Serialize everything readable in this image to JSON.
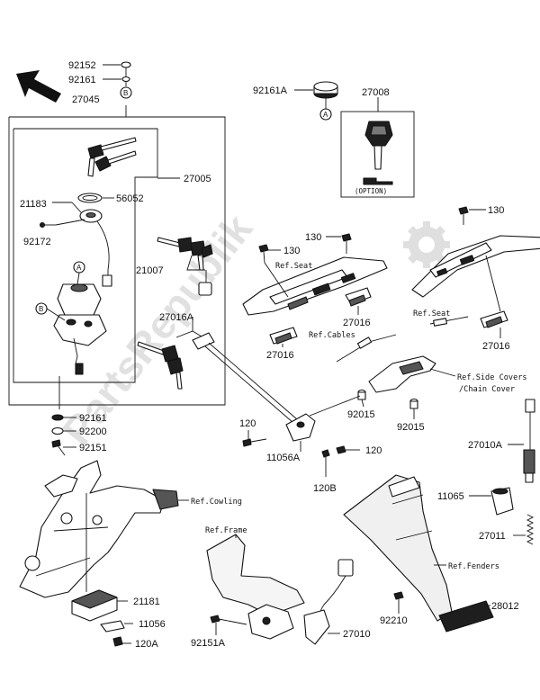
{
  "parts": {
    "p92152": "92152",
    "p92161_top": "92161",
    "p27045": "27045",
    "p27005": "27005",
    "p21183": "21183",
    "p56052": "56052",
    "p92172": "92172",
    "p21007": "21007",
    "p27016A": "27016A",
    "p92161_mid": "92161",
    "p92200": "92200",
    "p92151": "92151",
    "p92161A": "92161A",
    "p27008": "27008",
    "p130_right": "130",
    "p130_mid": "130",
    "p130_left": "130",
    "p27016_center": "27016",
    "p27016_left": "27016",
    "p27016_right": "27016",
    "p92015_left": "92015",
    "p92015_right": "92015",
    "p120_left": "120",
    "p120_right": "120",
    "p11056A": "11056A",
    "p120B": "120B",
    "p27010A": "27010A",
    "p11065": "11065",
    "p27011": "27011",
    "p21181": "21181",
    "p11056": "11056",
    "p120A": "120A",
    "p92151A": "92151A",
    "p27010": "27010",
    "p92210": "92210",
    "p28012": "28012"
  },
  "refs": {
    "seat_left": "Ref.Seat",
    "seat_right": "Ref.Seat",
    "cables": "Ref.Cables",
    "side_covers_1": "Ref.Side Covers",
    "side_covers_2": "/Chain Cover",
    "cowling": "Ref.Cowling",
    "frame": "Ref.Frame",
    "fenders": "Ref.Fenders"
  },
  "option_label": "(OPTION)",
  "circle_markers": {
    "a": "A",
    "b": "B"
  },
  "watermark": "PartsRepublik",
  "icons": {
    "front_arrow": "arrow-icon",
    "gear": "gear-icon"
  }
}
